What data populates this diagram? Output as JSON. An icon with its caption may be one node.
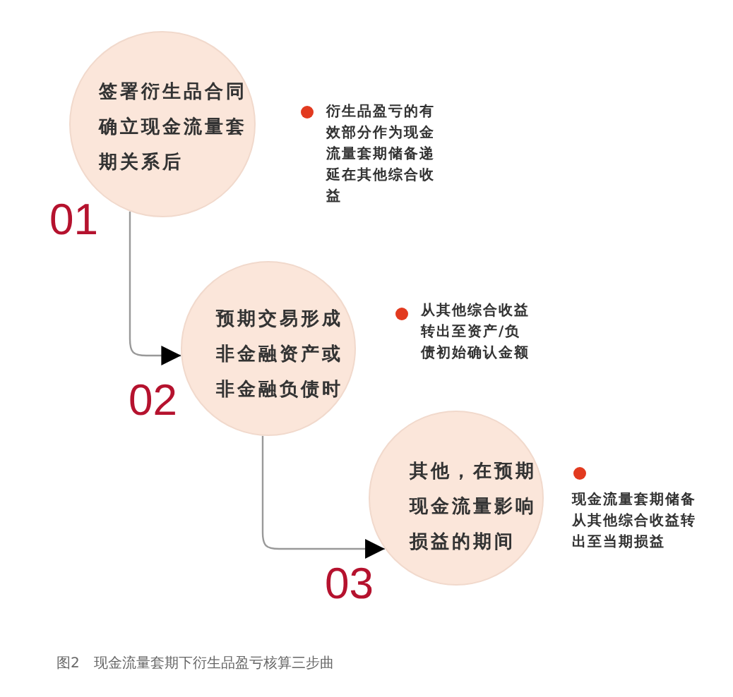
{
  "diagram": {
    "caption": "图2　现金流量套期下衍生品盈亏核算三步曲",
    "nodes": [
      {
        "text": [
          "签署衍生品合同确立现金流量套期关系后"
        ],
        "beside": [
          "01"
        ]
      },
      {
        "text": [
          "预期交易形成非金融资产或非金融负债时"
        ],
        "beside": [
          "02"
        ]
      },
      {
        "text": [
          "其他，在预期现金流量影响损益的期间"
        ],
        "beside": [
          "03"
        ]
      }
    ],
    "edges": [
      {
        "from": 0,
        "to": 1,
        "arrow": "to"
      },
      {
        "from": 1,
        "to": 2,
        "arrow": "to"
      }
    ],
    "labels": [
      "衍生品盈亏的有效部分作为现金流量套期储备递延在其他综合收益",
      "从其他综合收益转出至资产/负债初始确认金额",
      "现金流量套期储备从其他综合收益转出至当期损益"
    ]
  }
}
